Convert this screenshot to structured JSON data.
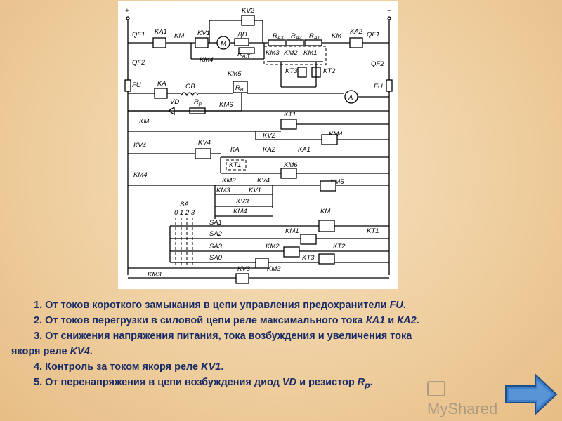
{
  "diagram": {
    "rails": {
      "plus": "+",
      "minus": "−"
    },
    "labels": {
      "qf1_left": "QF1",
      "ka1": "KA1",
      "km_top": "KM",
      "kv1": "KV1",
      "kv2": "KV2",
      "motor": "M",
      "dp": "ДП",
      "rat": "R",
      "rat_sub": "A.T",
      "km4_top": "KM4",
      "ra3": "R",
      "ra3_sub": "A3",
      "ra2": "R",
      "ra2_sub": "A2",
      "ra1": "R",
      "ra1_sub": "A1",
      "km3_top": "KM3",
      "km2_top": "KM2",
      "km1_top": "KM1",
      "kt3_top": "KT3",
      "kt2_top": "KT2",
      "km_top_right": "KM",
      "ka2_top": "KA2",
      "qf1_right": "QF1",
      "qf2_left": "QF2",
      "qf2_right": "QF2",
      "fu_left": "FU",
      "fu_right": "FU",
      "ka": "KA",
      "ob": "OB",
      "km5": "KM5",
      "rv": "R",
      "rv_sub": "В",
      "ammeter": "A",
      "vd": "VD",
      "rp": "R",
      "rp_sub": "p",
      "km6_a": "KM6",
      "km_r1": "KM",
      "kt1_r1": "KT1",
      "kv2_r2": "KV2",
      "km4_coil": "KM4",
      "kv4_r3": "KV4",
      "kv4_coil": "KV4",
      "ka_r3": "KA",
      "ka2_r3": "KA2",
      "ka1_r3": "KA1",
      "kt1_r4": "KT1",
      "km6_coil": "KM6",
      "km4_r5": "KM4",
      "km3_r5": "KM3",
      "kv4_r5": "KV4",
      "kv1_r5": "KV1",
      "km5_coil": "KM5",
      "kv3_r6": "KV3",
      "km4_r6": "KM4",
      "sa": "SA",
      "sa_pos": "0 1 2 3",
      "km_coil": "KM",
      "sa1": "SA1",
      "sa2": "SA2",
      "sa3": "SA3",
      "sa0": "SA0",
      "km1_coil": "KM1",
      "kt1_end": "KT1",
      "km2_coil": "KM2",
      "kt2_end": "KT2",
      "kt3_coil": "KT3",
      "kv3_coil": "KV3",
      "km3_coil": "KM3",
      "km3_left": "KM3"
    }
  },
  "notes": {
    "n1": {
      "text": "1. От токов короткого замыкания в цепи управления  предохранители ",
      "em": "FU",
      "tail": "."
    },
    "n2": {
      "text": "2. От токов перегрузки в силовой  цепи реле максимального тока ",
      "em": "КА1",
      "mid": " и ",
      "em2": "КА2",
      "tail": "."
    },
    "n3": {
      "text": "3. От снижения напряжения питания, тока возбуждения и увеличения тока"
    },
    "n3b": {
      "text": "якоря реле ",
      "em": "KV4",
      "tail": "."
    },
    "n4": {
      "text": "4. Контроль за током якоря реле ",
      "em": "KV1",
      "tail": "."
    },
    "n5": {
      "text": "5. От перенапряжения в цепи возбуждения диод ",
      "em": "VD",
      "mid": " и резистор ",
      "em2": "R",
      "sub": "р",
      "tail": "."
    }
  },
  "watermark": {
    "text": "MyShared"
  },
  "colors": {
    "background": "#efcfa0",
    "note_text": "#1a2c66",
    "arrow": "#3f7fc8"
  }
}
